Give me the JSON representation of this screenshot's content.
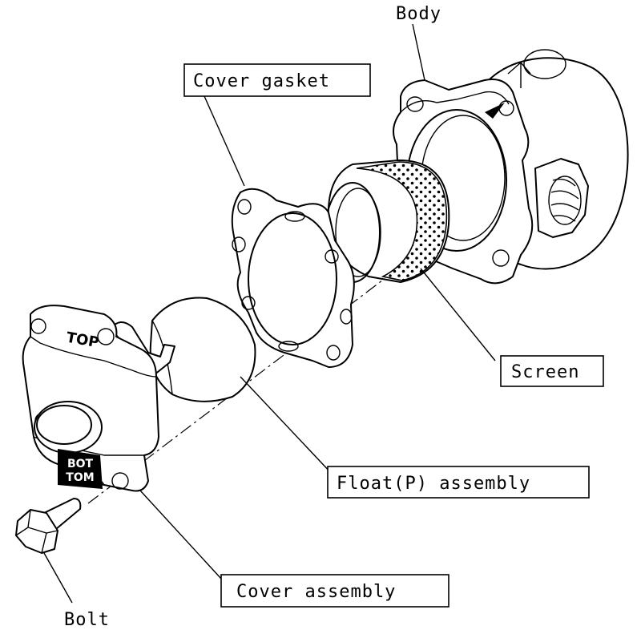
{
  "labels": {
    "body": "Body",
    "cover_gasket": "Cover gasket",
    "screen": "Screen",
    "float_assembly": "Float(P) assembly",
    "cover_assembly": "Cover assembly",
    "bolt": "Bolt"
  },
  "markings": {
    "top": "TOP",
    "bottom_line1": "BOT",
    "bottom_line2": "TOM"
  }
}
